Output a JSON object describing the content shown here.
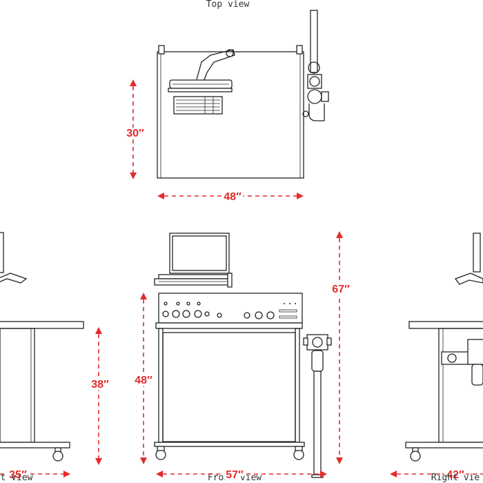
{
  "labels": {
    "top_view": "Top view",
    "front_view": "Front view",
    "left_view": "t view",
    "right_view": "Right vie"
  },
  "dimensions": {
    "top_depth": "30″",
    "top_width": "48″",
    "front_height_table": "48″",
    "front_height_total": "67″",
    "front_width": "57″",
    "left_height": "38″",
    "left_width": "35″",
    "right_width": "42″"
  },
  "colors": {
    "dimension": "#e32b2b",
    "line": "#222222"
  }
}
